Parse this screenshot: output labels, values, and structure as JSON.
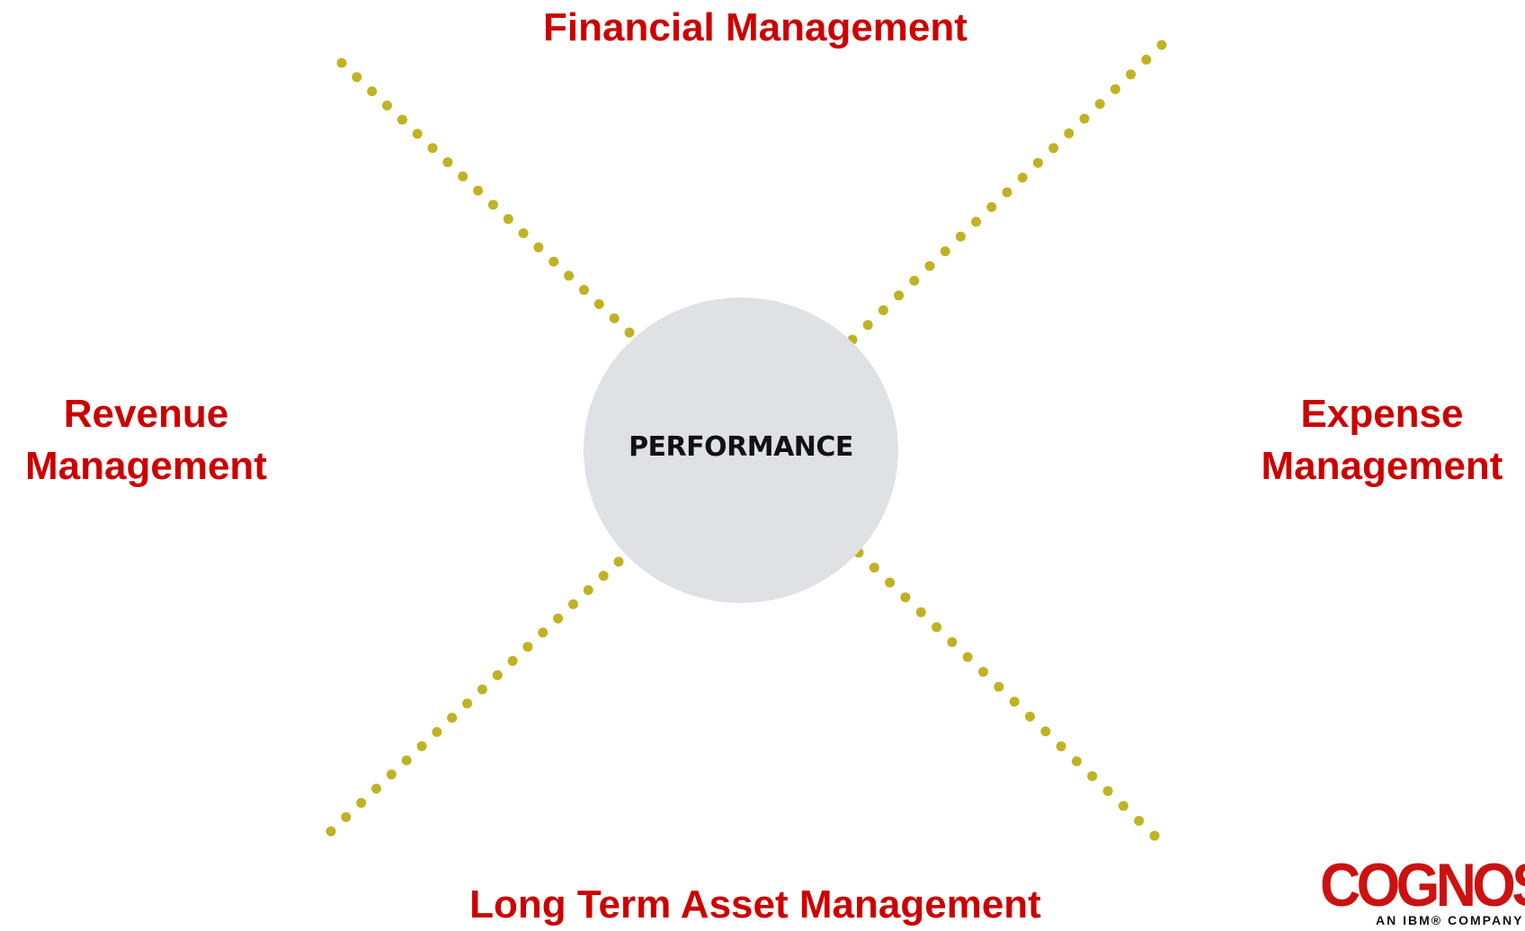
{
  "diagram": {
    "center": {
      "label": "PERFORMANCE"
    },
    "spokes": {
      "top": {
        "label": "Financial Management"
      },
      "left": {
        "lines": [
          "Revenue",
          "Management"
        ]
      },
      "right": {
        "lines": [
          "Expense",
          "Management"
        ]
      },
      "bottom": {
        "label": "Long Term Asset Management"
      }
    },
    "colors": {
      "label_red": "#cc0000",
      "dot_olive": "#bfb324",
      "hub_gray": "#e0e1e5"
    }
  },
  "logo": {
    "wordmark": "COGNOS",
    "tagline": "AN IBM® COMPANY"
  }
}
